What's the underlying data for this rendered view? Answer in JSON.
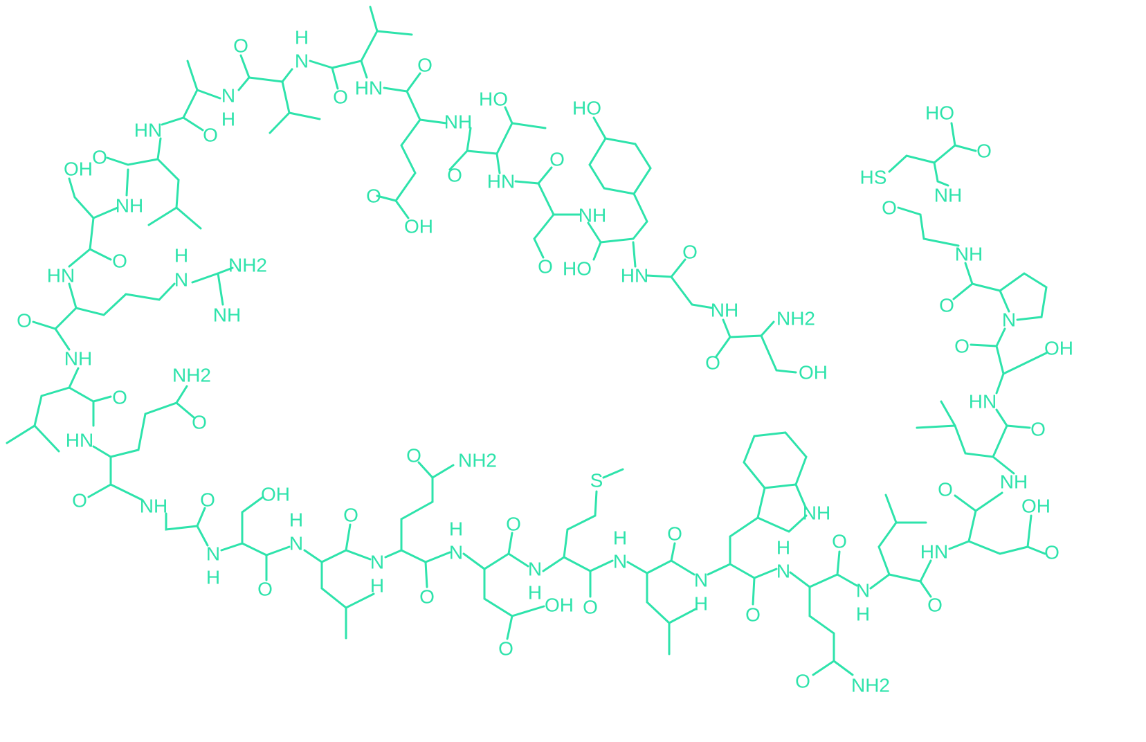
{
  "diagram": {
    "type": "chemical-structure",
    "color": "#2ee3ab",
    "atom_labels": [
      "O",
      "H",
      "N",
      "O",
      "O",
      "HN",
      "N",
      "H",
      "HN",
      "O",
      "HO",
      "NH",
      "HO",
      "O",
      "OH",
      "NH",
      "O",
      "HN",
      "O",
      "HS",
      "HO",
      "O",
      "NH",
      "O",
      "O",
      "OH",
      "NH",
      "O",
      "H",
      "N",
      "NH2",
      "NH",
      "HN",
      "O",
      "HO",
      "O",
      "HN",
      "NH",
      "NH",
      "NH2",
      "O",
      "O",
      "N",
      "NH",
      "O",
      "OH",
      "O",
      "OH",
      "NH2",
      "O",
      "O",
      "HN",
      "HN",
      "O",
      "NH",
      "O",
      "NH2",
      "S",
      "OH",
      "O",
      "NH",
      "O",
      "O",
      "OH",
      "H",
      "N",
      "O",
      "O",
      "H",
      "N",
      "O",
      "H",
      "N",
      "NH",
      "N",
      "H",
      "H",
      "N",
      "O",
      "HN",
      "O",
      "N",
      "H",
      "N",
      "H",
      "OH",
      "O",
      "O",
      "O",
      "N",
      "H",
      "N",
      "H",
      "O",
      "O",
      "O",
      "O",
      "NH2"
    ]
  }
}
